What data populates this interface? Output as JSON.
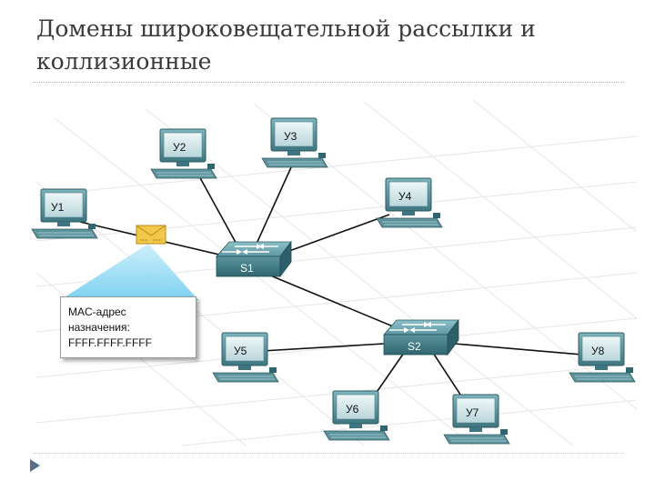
{
  "title": "Домены широковещательной рассылки и коллизионные",
  "hosts": {
    "y1": "У1",
    "y2": "У2",
    "y3": "У3",
    "y4": "У4",
    "y5": "У5",
    "y6": "У6",
    "y7": "У7",
    "y8": "У8"
  },
  "switches": {
    "s1": "S1",
    "s2": "S2"
  },
  "callout": {
    "line1": "MAC-адрес",
    "line2": "назначения:",
    "line3": "FFFF.FFFF.FFFF"
  },
  "colors": {
    "computer": "#5b8f99",
    "switch": "#4e8792",
    "link": "#111111",
    "envelope": "#f2c84b",
    "callout_beam": "#8fd8f2"
  }
}
